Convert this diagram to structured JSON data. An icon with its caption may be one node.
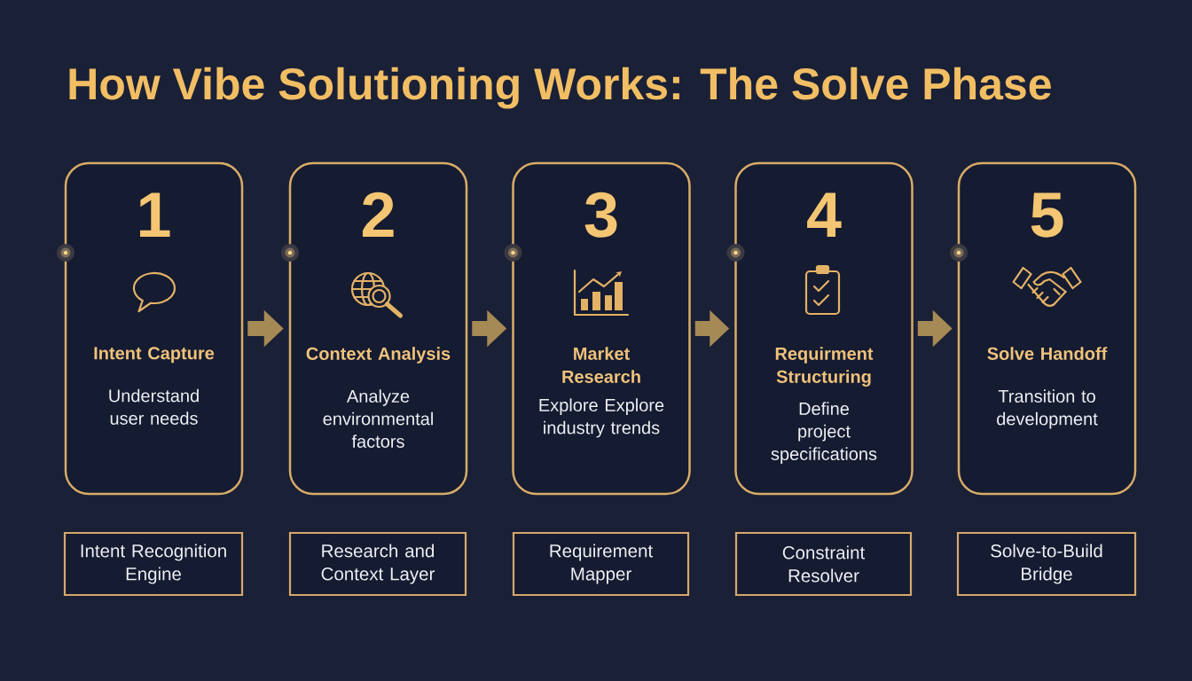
{
  "diagram": {
    "title": "How Vibe Solutioning Works: The Solve Phase",
    "nodes": [
      {
        "text": [
          "1",
          "Intent Capture",
          "Understand user needs"
        ]
      },
      {
        "text": [
          "2",
          "Context Analysis",
          "Analyze environmental factors"
        ]
      },
      {
        "text": [
          "3",
          "Market Research",
          "Explore Explore industry trends"
        ]
      },
      {
        "text": [
          "4",
          "Requirment Structuring",
          "Define project specifications"
        ]
      },
      {
        "text": [
          "5",
          "Solve Handoff",
          "Transition to development"
        ]
      },
      {
        "text": [
          "Intent Recognition Engine"
        ]
      },
      {
        "text": [
          "Research and Context Layer"
        ]
      },
      {
        "text": [
          "Requirement Mapper"
        ]
      },
      {
        "text": [
          "Constraint Resolver"
        ]
      },
      {
        "text": [
          "Solve-to-Build Bridge"
        ]
      }
    ],
    "edges": [
      {
        "from": 0,
        "to": 1,
        "arrow": "to"
      },
      {
        "from": 1,
        "to": 2,
        "arrow": "to"
      },
      {
        "from": 2,
        "to": 3,
        "arrow": "to"
      },
      {
        "from": 3,
        "to": 4,
        "arrow": "to"
      }
    ]
  }
}
